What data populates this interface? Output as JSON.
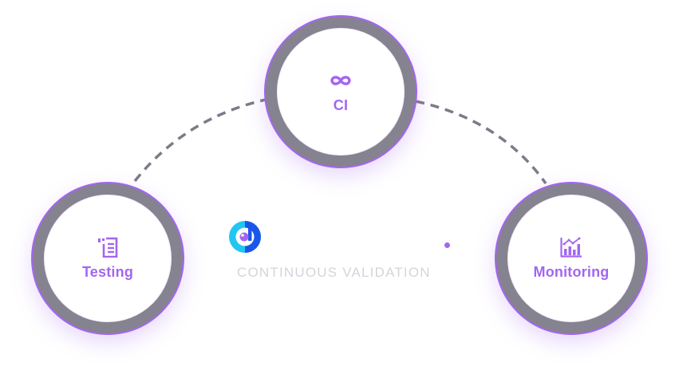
{
  "diagram": {
    "nodes": [
      {
        "id": "ci",
        "label": "CI",
        "icon": "infinity-icon"
      },
      {
        "id": "testing",
        "label": "Testing",
        "icon": "checklist-icon"
      },
      {
        "id": "monitoring",
        "label": "Monitoring",
        "icon": "bar-chart-trend-icon"
      }
    ],
    "connectors": [
      {
        "from": "testing",
        "to": "ci",
        "style": "dashed"
      },
      {
        "from": "ci",
        "to": "monitoring",
        "style": "dashed"
      }
    ],
    "brand": {
      "logo": "brand-logo-icon",
      "tagline": "CONTINUOUS VALIDATION"
    }
  },
  "colors": {
    "accent": "#a366f0",
    "ring": "#85838f",
    "connector": "#7d7b87",
    "tagline": "#d3d5dc",
    "logo_light": "#22c6f2",
    "logo_dark": "#1a57e8"
  }
}
